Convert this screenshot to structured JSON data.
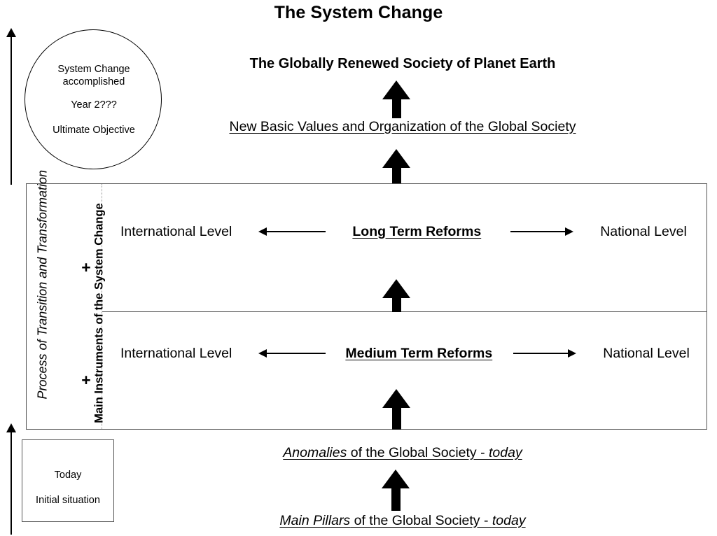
{
  "diagram": {
    "title": "The System Change",
    "goal_title": "The Globally Renewed Society of Planet Earth",
    "new_values": "New Basic Values and Organization of the Global Society",
    "process_axis_label": "Process of Transition and Transformation",
    "objective_bubble": {
      "line1": "System Change",
      "line2": "accomplished",
      "line3": "Year 2???",
      "line4": "Ultimate Objective"
    },
    "instruments_box": {
      "side_label": "Main Instruments of the System Change",
      "plus_top": "+",
      "plus_bottom": "+",
      "rows": [
        {
          "left_label": "International Level",
          "center_label": "Long Term Reforms",
          "right_label": "National Level"
        },
        {
          "left_label": "International Level",
          "center_label": "Medium Term Reforms",
          "right_label": "National Level"
        }
      ]
    },
    "today_box": {
      "line1": "Today",
      "line2": "Initial situation"
    },
    "bottom_statements": [
      {
        "emphasis": "Anomalies",
        "middle": " of the Global Society - ",
        "tail": "today"
      },
      {
        "emphasis": "Main Pillars",
        "middle": " of the Global Society - ",
        "tail": "today "
      }
    ],
    "icons": {
      "up_arrow": "up-arrow-icon",
      "left_arrow": "left-arrow-icon",
      "right_arrow": "right-arrow-icon"
    },
    "colors": {
      "stroke": "#000000",
      "box_border": "#555555",
      "dotted_border": "#999999",
      "background": "#ffffff"
    }
  }
}
